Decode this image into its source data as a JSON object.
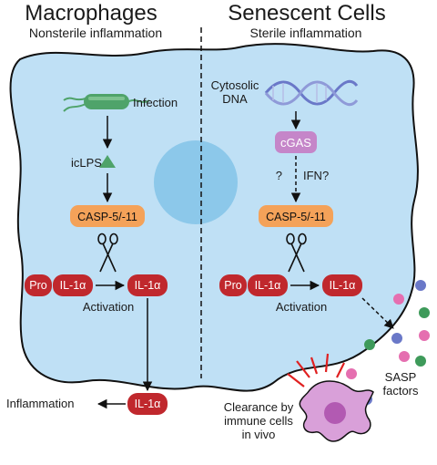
{
  "left": {
    "title": "Macrophages",
    "subtitle": "Nonsterile inflammation",
    "infection": "Infection",
    "iclps": "icLPS",
    "casp": "CASP-5/-11",
    "pro": "Pro",
    "il1a_pro": "IL-1α",
    "il1a_active": "IL-1α",
    "activation": "Activation",
    "il1a_out": "IL-1α",
    "inflammation": "Inflammation"
  },
  "right": {
    "title": "Senescent Cells",
    "subtitle": "Sterile inflammation",
    "dna_line1": "Cytosolic",
    "dna_line2": "DNA",
    "cgas": "cGAS",
    "question": "?",
    "ifn": "IFN?",
    "casp": "CASP-5/-11",
    "pro": "Pro",
    "il1a_pro": "IL-1α",
    "il1a_active": "IL-1α",
    "activation": "Activation",
    "sasp_line1": "SASP",
    "sasp_line2": "factors",
    "clearance_line1": "Clearance by",
    "clearance_line2": "immune cells",
    "clearance_line3": "in vivo"
  },
  "colors": {
    "cell": "#bfe0f5",
    "nucleus": "#8cc8ea",
    "red": "#c0282d",
    "orange": "#f4a259",
    "cgas": "#c586c9",
    "green": "#4fa36a",
    "immune": "#d9a0d9",
    "dots": [
      "#e56fb0",
      "#3e9a5a",
      "#6a78c8",
      "#e56fb0",
      "#3e9a5a",
      "#6a78c8"
    ]
  }
}
